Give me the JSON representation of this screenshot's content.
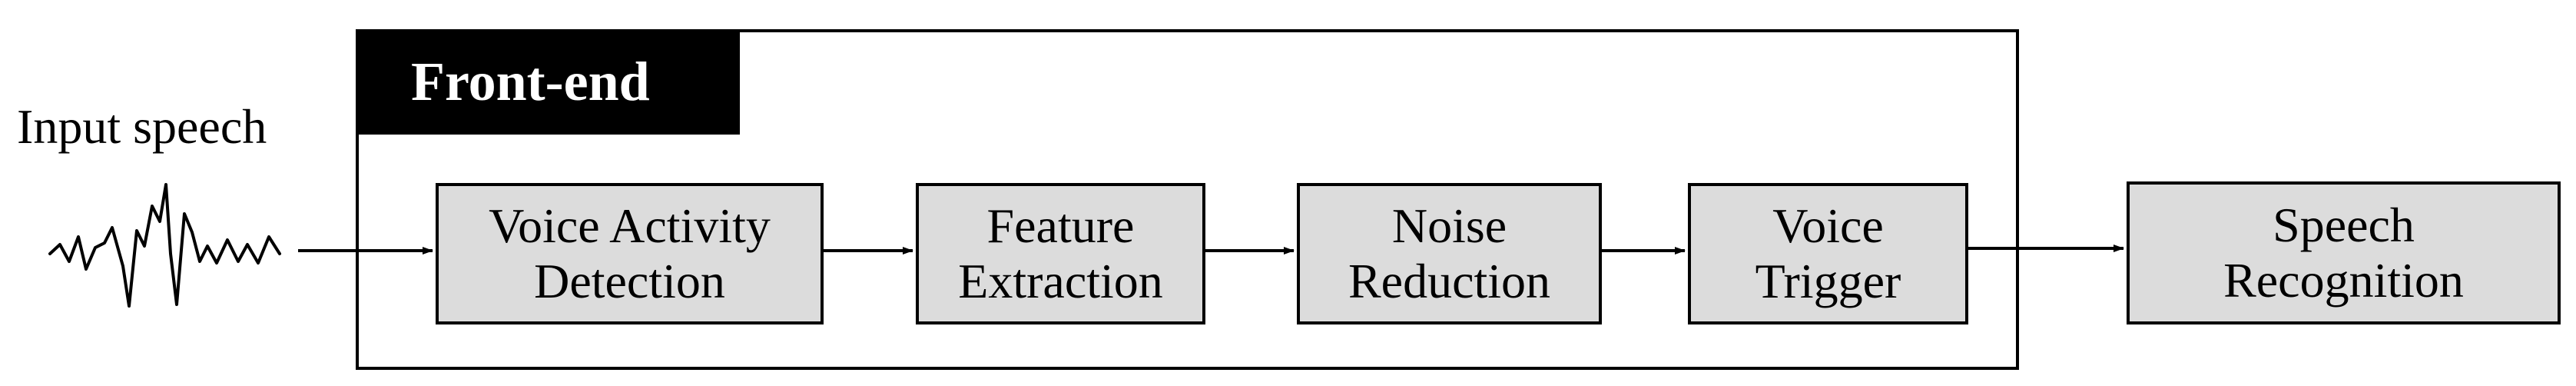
{
  "input": {
    "label": "Input speech"
  },
  "frontend": {
    "title": "Front-end"
  },
  "blocks": [
    {
      "line1": "Voice Activity",
      "line2": "Detection"
    },
    {
      "line1": "Feature",
      "line2": "Extraction"
    },
    {
      "line1": "Noise",
      "line2": "Reduction"
    },
    {
      "line1": "Voice",
      "line2": "Trigger"
    },
    {
      "line1": "Speech",
      "line2": "Recognition"
    }
  ],
  "colors": {
    "block_fill": "#dcdcdc",
    "stroke": "#000000",
    "tab_fill": "#000000",
    "tab_text": "#ffffff"
  },
  "icons": {
    "waveform": "speech-waveform-icon",
    "arrow": "arrowhead"
  }
}
